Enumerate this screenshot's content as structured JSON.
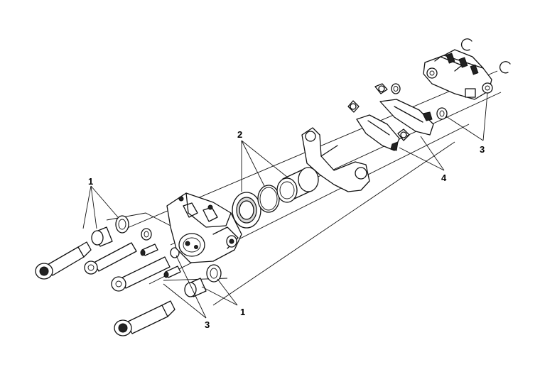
{
  "callouts": [
    {
      "id": "c1a",
      "text": "1"
    },
    {
      "id": "c1b",
      "text": "1"
    },
    {
      "id": "c2",
      "text": "2"
    },
    {
      "id": "c3a",
      "text": "3"
    },
    {
      "id": "c3b",
      "text": "3"
    },
    {
      "id": "c4",
      "text": "4"
    }
  ],
  "colors": {
    "line": "#111111",
    "background": "#ffffff",
    "shade": "#d8d8d8"
  }
}
